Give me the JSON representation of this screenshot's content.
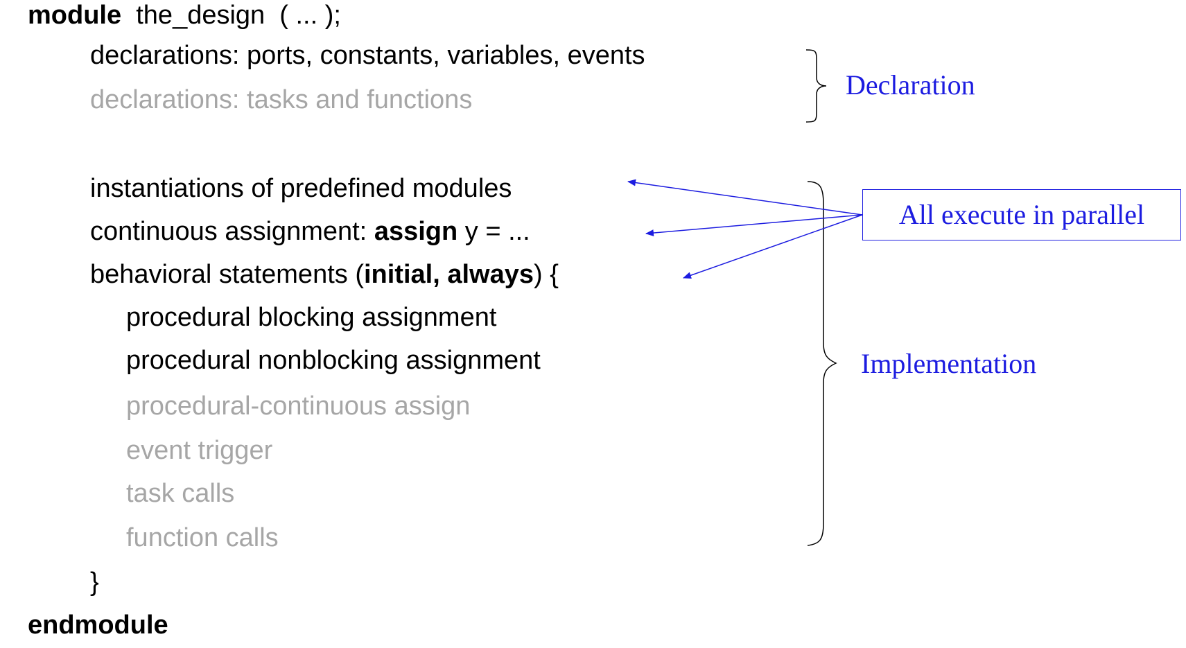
{
  "code": {
    "l1_kw": "module",
    "l1_rest": "  the_design  ( ... );",
    "l2": "declarations: ports, constants, variables, events",
    "l3": "declarations: tasks and functions",
    "l4": "instantiations of predefined modules",
    "l5_a": "continuous assignment: ",
    "l5_kw": "assign",
    "l5_b": " y = ...",
    "l6_a": "behavioral statements (",
    "l6_kw": "initial, always",
    "l6_b": ") {",
    "l7": "procedural blocking assignment",
    "l8": "procedural nonblocking assignment",
    "l9": "procedural-continuous assign",
    "l10": "event trigger",
    "l11": "task calls",
    "l12": "function calls",
    "l13": "}",
    "l14": "endmodule"
  },
  "annotations": {
    "declaration": "Declaration",
    "parallel": "All execute in parallel",
    "implementation": "Implementation"
  },
  "colors": {
    "text": "#000000",
    "dimmed": "#a6a6a6",
    "annotation": "#1c1ce0"
  }
}
